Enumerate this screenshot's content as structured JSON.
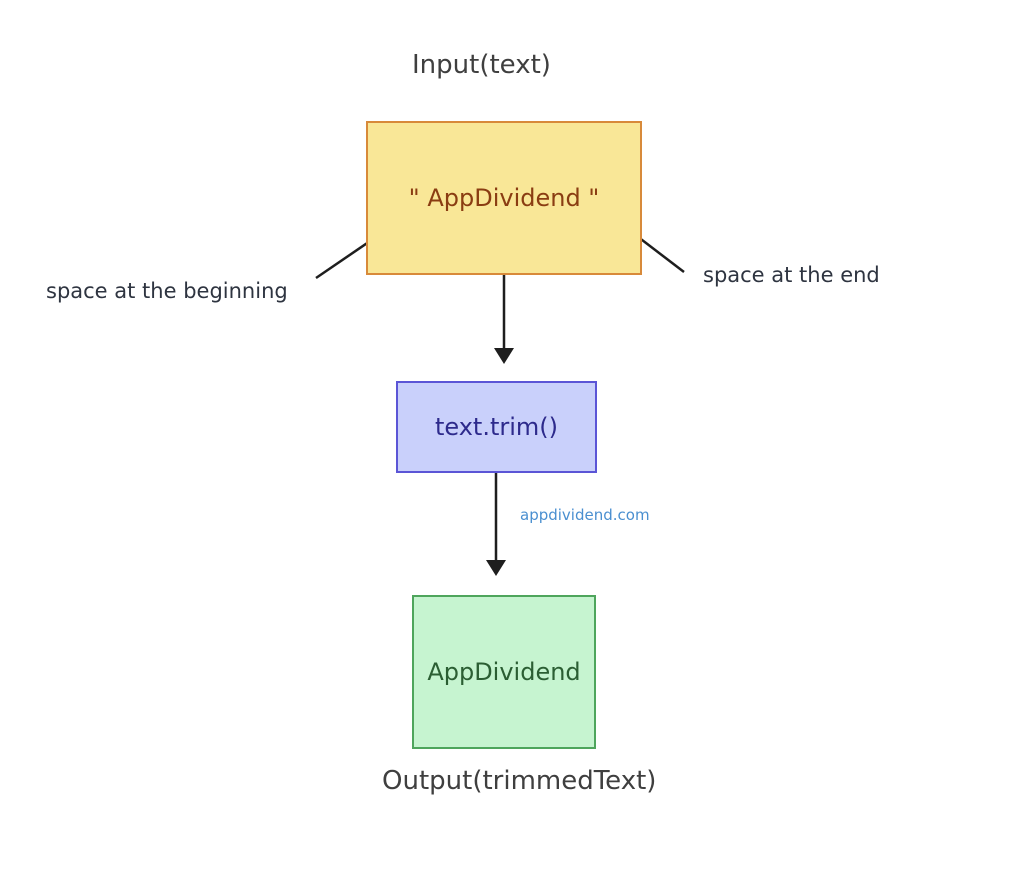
{
  "colors": {
    "input_fill": "#f9e797",
    "input_stroke": "#d88a3a",
    "input_text": "#8a3d12",
    "process_fill": "#c9d0fb",
    "process_stroke": "#5b55d6",
    "process_text": "#2d2a8c",
    "output_fill": "#c6f4d0",
    "output_stroke": "#4ea55c",
    "output_text": "#2b5e33",
    "arrow": "#1e1e1e",
    "watermark": "#4a8fd0"
  },
  "labels": {
    "input_title": "Input(text)",
    "output_title": "Output(trimmedText)",
    "space_beginning": "space at the beginning",
    "space_end": "space at the end",
    "watermark": "appdividend.com"
  },
  "nodes": {
    "input": {
      "text": "\" AppDividend \""
    },
    "process": {
      "text": "text.trim()"
    },
    "output": {
      "text": "AppDividend"
    }
  }
}
